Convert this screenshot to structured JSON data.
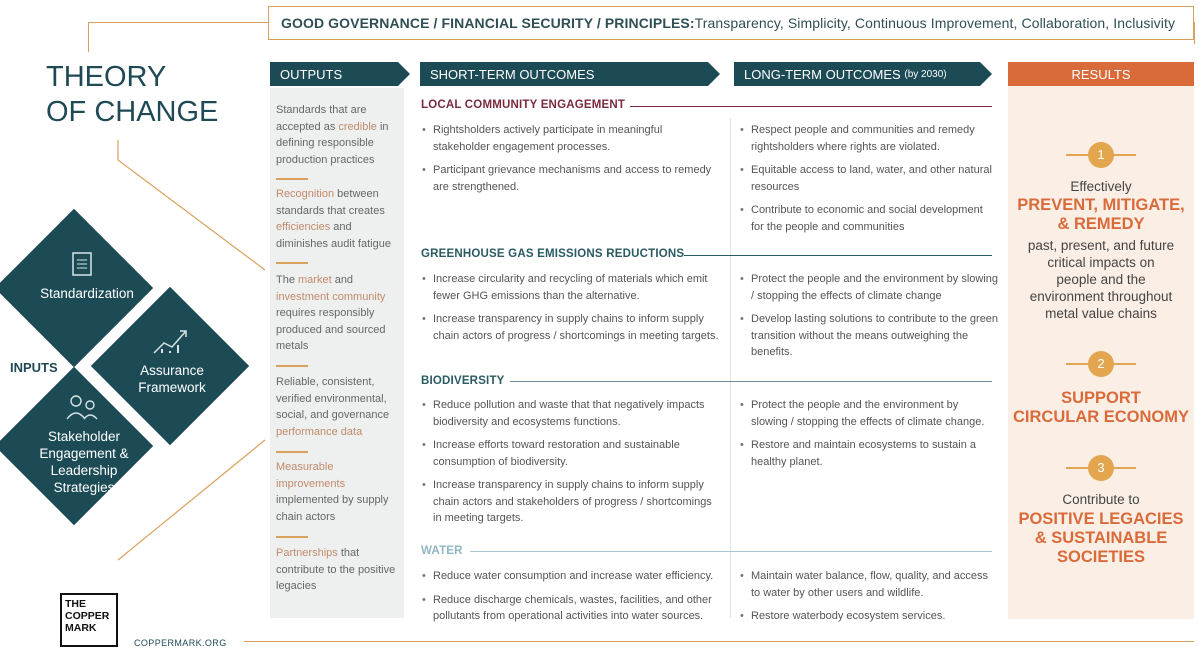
{
  "banner": {
    "bold_part": "GOOD GOVERNANCE / FINANCIAL SECURITY / PRINCIPLES:",
    "light_part": " Transparency, Simplicity, Continuous Improvement, Collaboration, Inclusivity"
  },
  "title": {
    "line1": "THEORY",
    "line2": "OF CHANGE"
  },
  "inputs": {
    "label": "INPUTS",
    "standardization": "Standardization",
    "assurance_1": "Assurance",
    "assurance_2": "Framework",
    "stakeholder_1": "Stakeholder",
    "stakeholder_2": "Engagement &",
    "stakeholder_3": "Leadership",
    "stakeholder_4": "Strategies",
    "icons": [
      "document-icon",
      "growth-chart-icon",
      "people-icon"
    ]
  },
  "headers": {
    "outputs": "OUTPUTS",
    "short_term": "SHORT-TERM OUTCOMES",
    "long_term": "LONG-TERM OUTCOMES",
    "long_term_sub": "(by 2030)",
    "results": "RESULTS"
  },
  "outputs": {
    "o1_a": "Standards that are accepted as ",
    "o1_hl": "credible",
    "o1_b": " in defining responsible production practices",
    "o2_hl": "Recognition",
    "o2_a": " between standards that creates ",
    "o2_hl2": "efficiencies",
    "o2_b": " and diminishes audit fatigue",
    "o3_a": "The ",
    "o3_hl": "market",
    "o3_b": " and ",
    "o3_hl2": "investment community",
    "o3_c": " requires responsibly produced and sourced metals",
    "o4_a": "Reliable, consistent, verified environmental, social, and governance ",
    "o4_hl": "performance data",
    "o5_hl": "Measurable improvements",
    "o5_a": " implemented by supply chain actors",
    "o6_hl": "Partnerships",
    "o6_a": " that contribute to the positive legacies"
  },
  "sections": {
    "local": {
      "title": "LOCAL COMMUNITY ENGAGEMENT",
      "short": [
        "Rightsholders actively participate in meaningful stakeholder engagement processes.",
        "Participant grievance mechanisms and access to remedy are strengthened."
      ],
      "long": [
        "Respect people and communities and remedy rightsholders where rights are violated.",
        "Equitable access to land, water, and other natural resources",
        "Contribute to economic and social development for the people and communities"
      ]
    },
    "ghg": {
      "title": "GREENHOUSE GAS EMISSIONS REDUCTIONS",
      "short": [
        "Increase circularity and recycling of materials which emit fewer GHG emissions than the alternative.",
        "Increase transparency in supply chains to inform supply chain actors of progress / shortcomings in meeting targets."
      ],
      "long": [
        "Protect the people and the environment by slowing / stopping the effects of climate change",
        "Develop lasting solutions to contribute to the green transition without the means outweighing the benefits."
      ]
    },
    "bio": {
      "title": "BIODIVERSITY",
      "short": [
        "Reduce pollution and waste that that negatively impacts biodiversity and ecosystems functions.",
        "Increase efforts toward restoration and sustainable consumption of biodiversity.",
        "Increase transparency in supply chains to inform supply chain actors and stakeholders of progress / shortcomings in meeting targets."
      ],
      "long": [
        "Protect the people and the environment by slowing / stopping the effects of climate change.",
        "Restore and maintain ecosystems to sustain a healthy planet."
      ]
    },
    "water": {
      "title": "WATER",
      "short": [
        "Reduce water consumption and increase water efficiency.",
        "Reduce discharge chemicals, wastes, facilities, and other pollutants from operational activities into water sources."
      ],
      "long": [
        "Maintain water balance, flow, quality, and access to water by other users and wildlife.",
        "Restore waterbody ecosystem services."
      ]
    }
  },
  "results": {
    "n1": "1",
    "r1_pre": "Effectively",
    "r1_big_1": "PREVENT, MITIGATE,",
    "r1_big_2": "& REMEDY",
    "r1_post_1": "past, present, and future",
    "r1_post_2": "critical impacts on",
    "r1_post_3": "people and the",
    "r1_post_4": "environment throughout",
    "r1_post_5": "metal value chains",
    "n2": "2",
    "r2_big_1": "SUPPORT",
    "r2_big_2": "CIRCULAR ECONOMY",
    "n3": "3",
    "r3_pre": "Contribute to",
    "r3_big_1": "POSITIVE LEGACIES",
    "r3_big_2": "& SUSTAINABLE",
    "r3_big_3": "SOCIETIES"
  },
  "logo": {
    "l1": "THE",
    "l2": "COPPER",
    "l3": "MARK",
    "url": "COPPERMARK.ORG"
  },
  "colors": {
    "teal": "#1c4b56",
    "orange": "#d96b3b",
    "gold": "#d9a15c",
    "maroon": "#7a2a3e"
  }
}
